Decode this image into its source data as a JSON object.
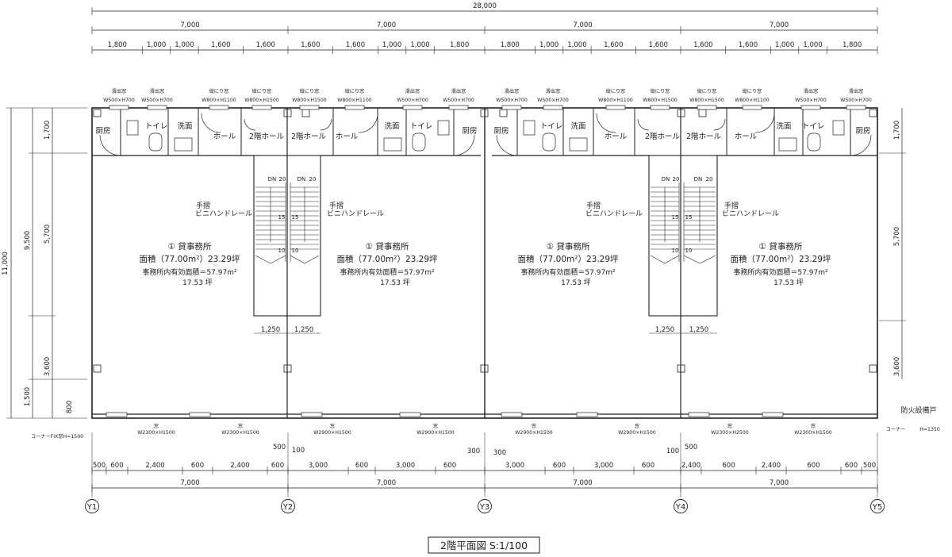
{
  "drawing_title": "2階平面図 S:1/100",
  "overall_width": "28,000",
  "bay_width": "7,000",
  "top_subdivisions": [
    [
      "1,800",
      "1,000",
      "1,000",
      "1,600",
      "1,600"
    ],
    [
      "1,600",
      "1,600",
      "1,000",
      "1,000",
      "1,800"
    ],
    [
      "1,800",
      "1,000",
      "1,000",
      "1,600",
      "1,600"
    ],
    [
      "1,600",
      "1,600",
      "1,000",
      "1,000",
      "1,800"
    ]
  ],
  "left_dims": {
    "total": "11,000",
    "sub_total": "9,500",
    "upper": "1,700",
    "middle": "5,700",
    "lower": "3,600",
    "bottom": "1,500"
  },
  "right_dims": {
    "upper": "1,700",
    "middle": "5,700",
    "lower": "3,600"
  },
  "small_dims": {
    "d800": "800",
    "d1250": "1,250",
    "d500": "500",
    "d100": "100",
    "d300": "300"
  },
  "bottom_dims": [
    [
      "500",
      "600",
      "2,400",
      "600",
      "2,400",
      "600"
    ],
    [
      "3,000",
      "600",
      "3,000",
      "600"
    ],
    [
      "3,000",
      "600",
      "3,000",
      "600"
    ],
    [
      "2,400",
      "600",
      "2,400",
      "600",
      "600",
      "500"
    ]
  ],
  "axes": [
    "Y1",
    "Y2",
    "Y3",
    "Y4",
    "Y5"
  ],
  "units": [
    {
      "top_windows": [
        {
          "name": "滑出窓",
          "size": "W500×H700"
        },
        {
          "name": "滑出窓",
          "size": "W500×H700"
        },
        {
          "name": "縦にり窓",
          "size": "W800×H1100"
        },
        {
          "name": "縦にり窓",
          "size": "W800×H1500"
        }
      ],
      "kitchen": "厨房",
      "toilet": "トイレ",
      "washroom": "洗面",
      "hall": "ホール",
      "stair_hall": "2階ホール",
      "office_title": "① 貸事務所",
      "office_area": "面積（77.00m²）23.29坪",
      "effective_area": "事務所内有効面積＝57.97m²",
      "effective_tsubo": "17.53 坪",
      "bottom_windows": [
        {
          "name": "窓",
          "size": "W2300×H1500"
        },
        {
          "name": "窓",
          "size": "W2300×H1500"
        }
      ]
    },
    {
      "top_windows": [
        {
          "name": "縦にり窓",
          "size": "W800×H1500"
        },
        {
          "name": "縦にり窓",
          "size": "W800×H1100"
        },
        {
          "name": "滑出窓",
          "size": "W500×H700"
        },
        {
          "name": "滑出窓",
          "size": "W500×H700"
        }
      ],
      "kitchen": "厨房",
      "toilet": "トイレ",
      "washroom": "洗面",
      "hall": "ホール",
      "stair_hall": "2階ホール",
      "office_title": "① 貸事務所",
      "office_area": "面積（77.00m²）23.29坪",
      "effective_area": "事務所内有効面積＝57.97m²",
      "effective_tsubo": "17.53 坪",
      "bottom_windows": [
        {
          "name": "窓",
          "size": "W2900×H1500"
        },
        {
          "name": "窓",
          "size": "W2900×H1500"
        }
      ]
    },
    {
      "top_windows": [
        {
          "name": "滑出窓",
          "size": "W500×H700"
        },
        {
          "name": "滑出窓",
          "size": "W500×H700"
        },
        {
          "name": "縦にり窓",
          "size": "W800×H1100"
        },
        {
          "name": "縦にり窓",
          "size": "W800×H1500"
        }
      ],
      "kitchen": "厨房",
      "toilet": "トイレ",
      "washroom": "洗面",
      "hall": "ホール",
      "stair_hall": "2階ホール",
      "office_title": "① 貸事務所",
      "office_area": "面積（77.00m²）23.29坪",
      "effective_area": "事務所内有効面積＝57.97m²",
      "effective_tsubo": "17.53 坪",
      "bottom_windows": [
        {
          "name": "窓",
          "size": "W2900×H1500"
        },
        {
          "name": "窓",
          "size": "W2900×H1500"
        }
      ]
    },
    {
      "top_windows": [
        {
          "name": "縦にり窓",
          "size": "W800×H1500"
        },
        {
          "name": "縦にり窓",
          "size": "W800×H1100"
        },
        {
          "name": "滑出窓",
          "size": "W500×H700"
        },
        {
          "name": "滑出窓",
          "size": "W500×H700"
        }
      ],
      "kitchen": "厨房",
      "toilet": "トイレ",
      "washroom": "洗面",
      "hall": "ホール",
      "stair_hall": "2階ホール",
      "office_title": "① 貸事務所",
      "office_area": "面積（77.00m²）23.29坪",
      "effective_area": "事務所内有効面積＝57.97m²",
      "effective_tsubo": "17.53 坪",
      "bottom_windows": [
        {
          "name": "窓",
          "size": "W2300×H2500"
        },
        {
          "name": "窓",
          "size": "W2300×H1500"
        }
      ]
    }
  ],
  "stairs": [
    {
      "handrail": "手摺",
      "handrail_type": "ビニハンドレール",
      "marks": {
        "dn": "DN",
        "n20": "20",
        "n15": "15",
        "n10": "10"
      }
    },
    {
      "handrail": "手摺",
      "handrail_type": "ビニハンドレール",
      "marks": {
        "dn": "DN",
        "n20": "20",
        "n15": "15",
        "n10": "10"
      }
    }
  ],
  "corner_left": "コーナーFIX窓H=1500",
  "corner_right_label": "コーナー",
  "corner_right_height": "H=1350",
  "fire_door": "防火設備戸",
  "colors": {
    "line": "#222222",
    "faint": "#888888",
    "paper": "#ffffff"
  }
}
